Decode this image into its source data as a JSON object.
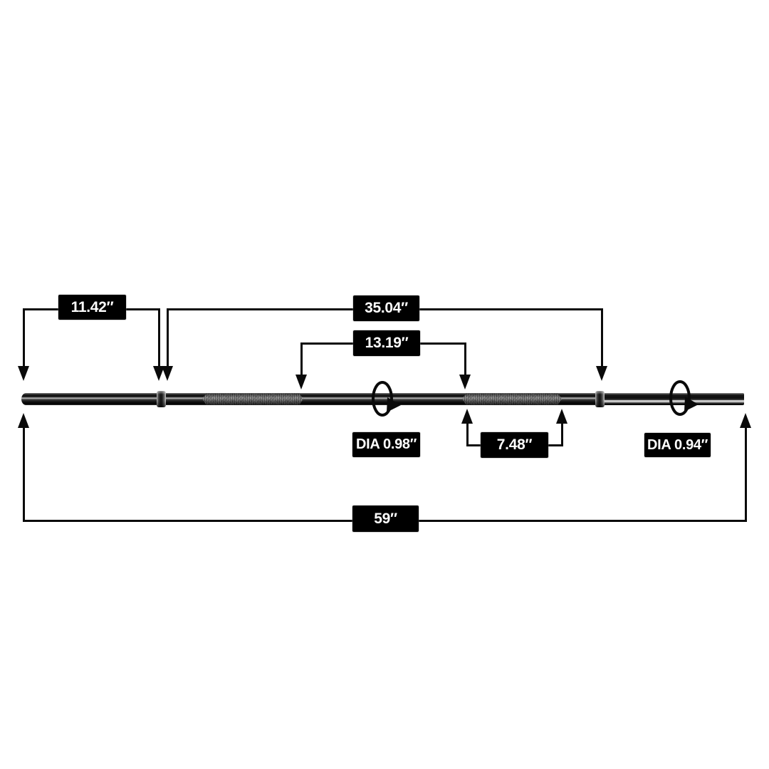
{
  "diagram": {
    "subject": "barbell-bar-dimension-diagram",
    "dims": {
      "left_section": "11.42″",
      "between_collars": "35.04″",
      "center_section": "13.19″",
      "grip_section": "7.48″",
      "overall_length": "59″",
      "shaft_diameter": "DIA 0.98″",
      "sleeve_diameter": "DIA 0.94″"
    },
    "icons": {
      "diameter_indicator": "rotation-arrow-icon",
      "dimension_pointer": "arrowhead-icon"
    },
    "colors": {
      "background": "#ffffff",
      "line": "#0a0a0a",
      "label_background": "#000000",
      "label_text": "#ffffff",
      "bar_dark": "#111111",
      "bar_highlight": "#b5b5b5",
      "sleeve_stripe": "#f5f5f5"
    }
  }
}
